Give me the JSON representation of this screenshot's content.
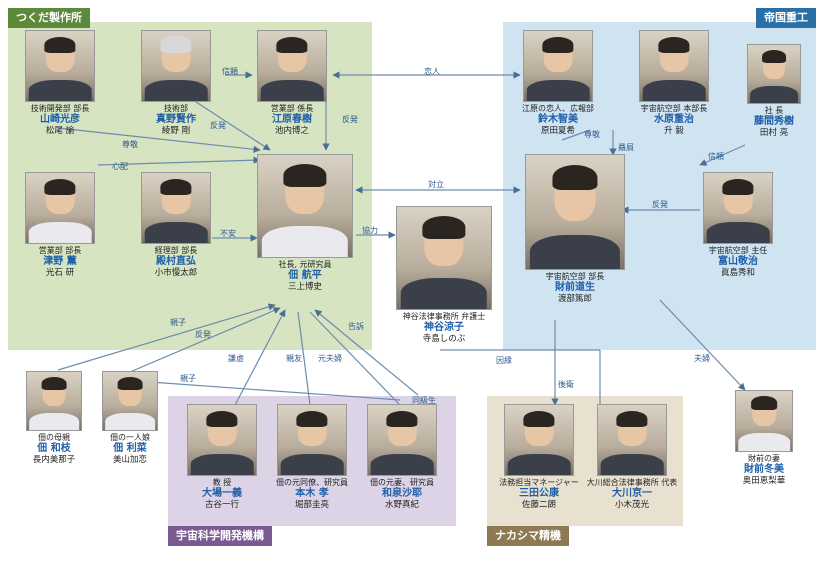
{
  "regions": {
    "tsukuda": "つくだ製作所",
    "teikoku": "帝国重工",
    "uchu": "宇宙科学開発機構",
    "nakashima": "ナカシマ精機"
  },
  "people": {
    "yamasaki": {
      "role": "技術開発部 部長",
      "name": "山崎光彦",
      "actor": "松尾 諭"
    },
    "mano": {
      "role": "技術部",
      "name": "真野賢作",
      "actor": "綾野 剛"
    },
    "ebara": {
      "role": "営業部 係長",
      "name": "江原春樹",
      "actor": "池内博之"
    },
    "tsuno": {
      "role": "営業部 部長",
      "name": "津野 薫",
      "actor": "光石 研"
    },
    "tonomura": {
      "role": "経理部 部長",
      "name": "殿村直弘",
      "actor": "小市慢太郎"
    },
    "tsukuda_kohei": {
      "role": "社長, 元研究員",
      "name": "佃 航平",
      "actor": "三上博史"
    },
    "kamiya": {
      "role": "神谷法律事務所 弁護士",
      "name": "神谷涼子",
      "actor": "寺島しのぶ"
    },
    "suzuki": {
      "role": "江原の恋人、広報部",
      "name": "鈴木智美",
      "actor": "原田夏希"
    },
    "mizuhara": {
      "role": "宇宙航空部 本部長",
      "name": "水原重治",
      "actor": "升 毅"
    },
    "fujima": {
      "role": "社 長",
      "name": "藤間秀樹",
      "actor": "田村 亮"
    },
    "zaizen": {
      "role": "宇宙航空部 部長",
      "name": "財前道生",
      "actor": "渡部篤郎"
    },
    "tomiyama": {
      "role": "宇宙航空部 主任",
      "name": "富山敬治",
      "actor": "眞島秀和"
    },
    "kazue": {
      "role": "佃の母親",
      "name": "佃 和枝",
      "actor": "長内美那子"
    },
    "rina": {
      "role": "佃の一人娘",
      "name": "佃 利菜",
      "actor": "美山加恋"
    },
    "oba": {
      "role": "教 授",
      "name": "大場一義",
      "actor": "古谷一行"
    },
    "motoki": {
      "role": "佃の元同僚、研究員",
      "name": "本木 孝",
      "actor": "堀部圭亮"
    },
    "izumi": {
      "role": "佃の元妻、研究員",
      "name": "和泉沙耶",
      "actor": "水野真紀"
    },
    "mita": {
      "role": "法務担当マネージャー",
      "name": "三田公康",
      "actor": "佐藤二朗"
    },
    "okawa": {
      "role": "大川総合法律事務所 代表",
      "name": "大川京一",
      "actor": "小木茂光"
    },
    "zaizen_wife": {
      "role": "財前の妻",
      "name": "財前冬美",
      "actor": "奥田恵梨華"
    }
  },
  "relations": {
    "shinrai1": "信頼",
    "koibito": "恋人",
    "sonkei1": "尊敬",
    "hanpatsu1": "反発",
    "hanpatsu2": "反発",
    "shinpai": "心配",
    "fuan": "不安",
    "sonkei2": "尊敬",
    "shinrai2": "信頼",
    "hiiki": "贔屓",
    "tairitsu": "対立",
    "hanpatsu3": "反発",
    "kyoryoku": "協力",
    "shinshi1": "親子",
    "hanpatsu4": "反発",
    "kokuso": "告訴",
    "kenkyo": "謙虚",
    "shinyu": "親友",
    "motofufu": "元夫婦",
    "shinshi2": "親子",
    "dokyusei": "同級生",
    "inen": "因縁",
    "goei": "後衛",
    "fufu": "夫婦"
  }
}
